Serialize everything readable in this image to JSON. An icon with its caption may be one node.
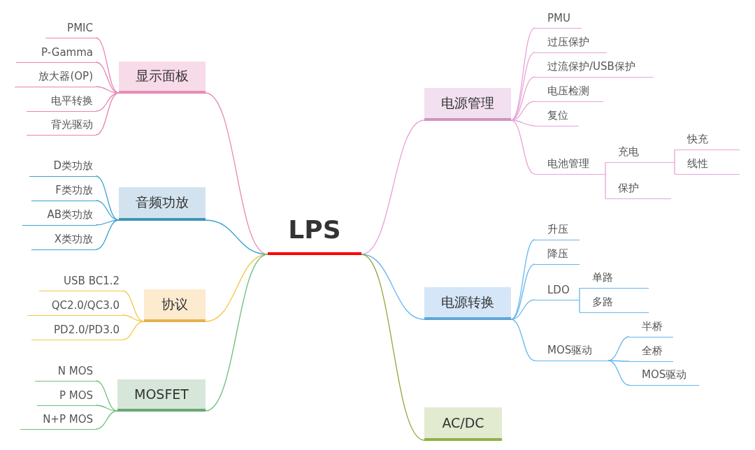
{
  "diagram": {
    "nodes": [
      {
        "text": [
          "LPS"
        ]
      },
      {
        "text": [
          "显示面板"
        ]
      },
      {
        "text": [
          "PMIC"
        ]
      },
      {
        "text": [
          "P-Gamma"
        ]
      },
      {
        "text": [
          "放大器(OP)"
        ]
      },
      {
        "text": [
          "电平转换"
        ]
      },
      {
        "text": [
          "背光驱动"
        ]
      },
      {
        "text": [
          "音频功放"
        ]
      },
      {
        "text": [
          "D类功放"
        ]
      },
      {
        "text": [
          "F类功放"
        ]
      },
      {
        "text": [
          "AB类功放"
        ]
      },
      {
        "text": [
          "X类功放"
        ]
      },
      {
        "text": [
          "协议"
        ]
      },
      {
        "text": [
          "USB BC1.2"
        ]
      },
      {
        "text": [
          "QC2.0/QC3.0"
        ]
      },
      {
        "text": [
          "PD2.0/PD3.0"
        ]
      },
      {
        "text": [
          "MOSFET"
        ]
      },
      {
        "text": [
          "N MOS"
        ]
      },
      {
        "text": [
          "P MOS"
        ]
      },
      {
        "text": [
          "N+P MOS"
        ]
      },
      {
        "text": [
          "电源管理"
        ]
      },
      {
        "text": [
          "PMU"
        ]
      },
      {
        "text": [
          "过压保护"
        ]
      },
      {
        "text": [
          "过流保护/USB保护"
        ]
      },
      {
        "text": [
          "电压检测"
        ]
      },
      {
        "text": [
          "复位"
        ]
      },
      {
        "text": [
          "电池管理"
        ]
      },
      {
        "text": [
          "充电"
        ]
      },
      {
        "text": [
          "快充"
        ]
      },
      {
        "text": [
          "线性"
        ]
      },
      {
        "text": [
          "保护"
        ]
      },
      {
        "text": [
          "电源转换"
        ]
      },
      {
        "text": [
          "升压"
        ]
      },
      {
        "text": [
          "降压"
        ]
      },
      {
        "text": [
          "LDO"
        ]
      },
      {
        "text": [
          "单路"
        ]
      },
      {
        "text": [
          "多路"
        ]
      },
      {
        "text": [
          "MOS驱动"
        ]
      },
      {
        "text": [
          "半桥"
        ]
      },
      {
        "text": [
          "全桥"
        ]
      },
      {
        "text": [
          "MOS驱动"
        ]
      },
      {
        "text": [
          "AC/DC"
        ]
      }
    ],
    "edges": [
      {
        "from": 0,
        "to": 1,
        "arrow": "none",
        "color": "#e985b5"
      },
      {
        "from": 1,
        "to": 2,
        "arrow": "none",
        "color": "#e985b5"
      },
      {
        "from": 1,
        "to": 3,
        "arrow": "none",
        "color": "#e985b5"
      },
      {
        "from": 1,
        "to": 4,
        "arrow": "none",
        "color": "#e985b5"
      },
      {
        "from": 1,
        "to": 5,
        "arrow": "none",
        "color": "#e985b5"
      },
      {
        "from": 1,
        "to": 6,
        "arrow": "none",
        "color": "#e985b5"
      },
      {
        "from": 0,
        "to": 7,
        "arrow": "none",
        "color": "#3aa3cf"
      },
      {
        "from": 7,
        "to": 8,
        "arrow": "none",
        "color": "#3aa3cf"
      },
      {
        "from": 7,
        "to": 9,
        "arrow": "none",
        "color": "#3aa3cf"
      },
      {
        "from": 7,
        "to": 10,
        "arrow": "none",
        "color": "#3aa3cf"
      },
      {
        "from": 7,
        "to": 11,
        "arrow": "none",
        "color": "#3aa3cf"
      },
      {
        "from": 0,
        "to": 12,
        "arrow": "none",
        "color": "#f5c748"
      },
      {
        "from": 12,
        "to": 13,
        "arrow": "none",
        "color": "#f5c748"
      },
      {
        "from": 12,
        "to": 14,
        "arrow": "none",
        "color": "#f5c748"
      },
      {
        "from": 12,
        "to": 15,
        "arrow": "none",
        "color": "#f5c748"
      },
      {
        "from": 0,
        "to": 16,
        "arrow": "none",
        "color": "#6cbf78"
      },
      {
        "from": 16,
        "to": 17,
        "arrow": "none",
        "color": "#6cbf78"
      },
      {
        "from": 16,
        "to": 18,
        "arrow": "none",
        "color": "#6cbf78"
      },
      {
        "from": 16,
        "to": 19,
        "arrow": "none",
        "color": "#6cbf78"
      },
      {
        "from": 0,
        "to": 20,
        "arrow": "none",
        "color": "#e8a3d8"
      },
      {
        "from": 20,
        "to": 21,
        "arrow": "none",
        "color": "#e8a3d8"
      },
      {
        "from": 20,
        "to": 22,
        "arrow": "none",
        "color": "#e8a3d8"
      },
      {
        "from": 20,
        "to": 23,
        "arrow": "none",
        "color": "#e8a3d8"
      },
      {
        "from": 20,
        "to": 24,
        "arrow": "none",
        "color": "#e8a3d8"
      },
      {
        "from": 20,
        "to": 25,
        "arrow": "none",
        "color": "#e8a3d8"
      },
      {
        "from": 20,
        "to": 26,
        "arrow": "none",
        "color": "#e8a3d8"
      },
      {
        "from": 26,
        "to": 27,
        "arrow": "none",
        "color": "#e8a3d8"
      },
      {
        "from": 27,
        "to": 28,
        "arrow": "none",
        "color": "#e8a3d8"
      },
      {
        "from": 27,
        "to": 29,
        "arrow": "none",
        "color": "#e8a3d8"
      },
      {
        "from": 26,
        "to": 30,
        "arrow": "none",
        "color": "#e8a3d8"
      },
      {
        "from": 0,
        "to": 31,
        "arrow": "none",
        "color": "#64b5f0"
      },
      {
        "from": 31,
        "to": 32,
        "arrow": "none",
        "color": "#64b5f0"
      },
      {
        "from": 31,
        "to": 33,
        "arrow": "none",
        "color": "#64b5f0"
      },
      {
        "from": 31,
        "to": 34,
        "arrow": "none",
        "color": "#64b5f0"
      },
      {
        "from": 34,
        "to": 35,
        "arrow": "none",
        "color": "#64b5f0"
      },
      {
        "from": 34,
        "to": 36,
        "arrow": "none",
        "color": "#64b5f0"
      },
      {
        "from": 31,
        "to": 37,
        "arrow": "none",
        "color": "#64b5f0"
      },
      {
        "from": 37,
        "to": 38,
        "arrow": "none",
        "color": "#64b5f0"
      },
      {
        "from": 37,
        "to": 39,
        "arrow": "none",
        "color": "#64b5f0"
      },
      {
        "from": 37,
        "to": 40,
        "arrow": "none",
        "color": "#64b5f0"
      },
      {
        "from": 0,
        "to": 41,
        "arrow": "none",
        "color": "#8fa83a"
      }
    ]
  }
}
